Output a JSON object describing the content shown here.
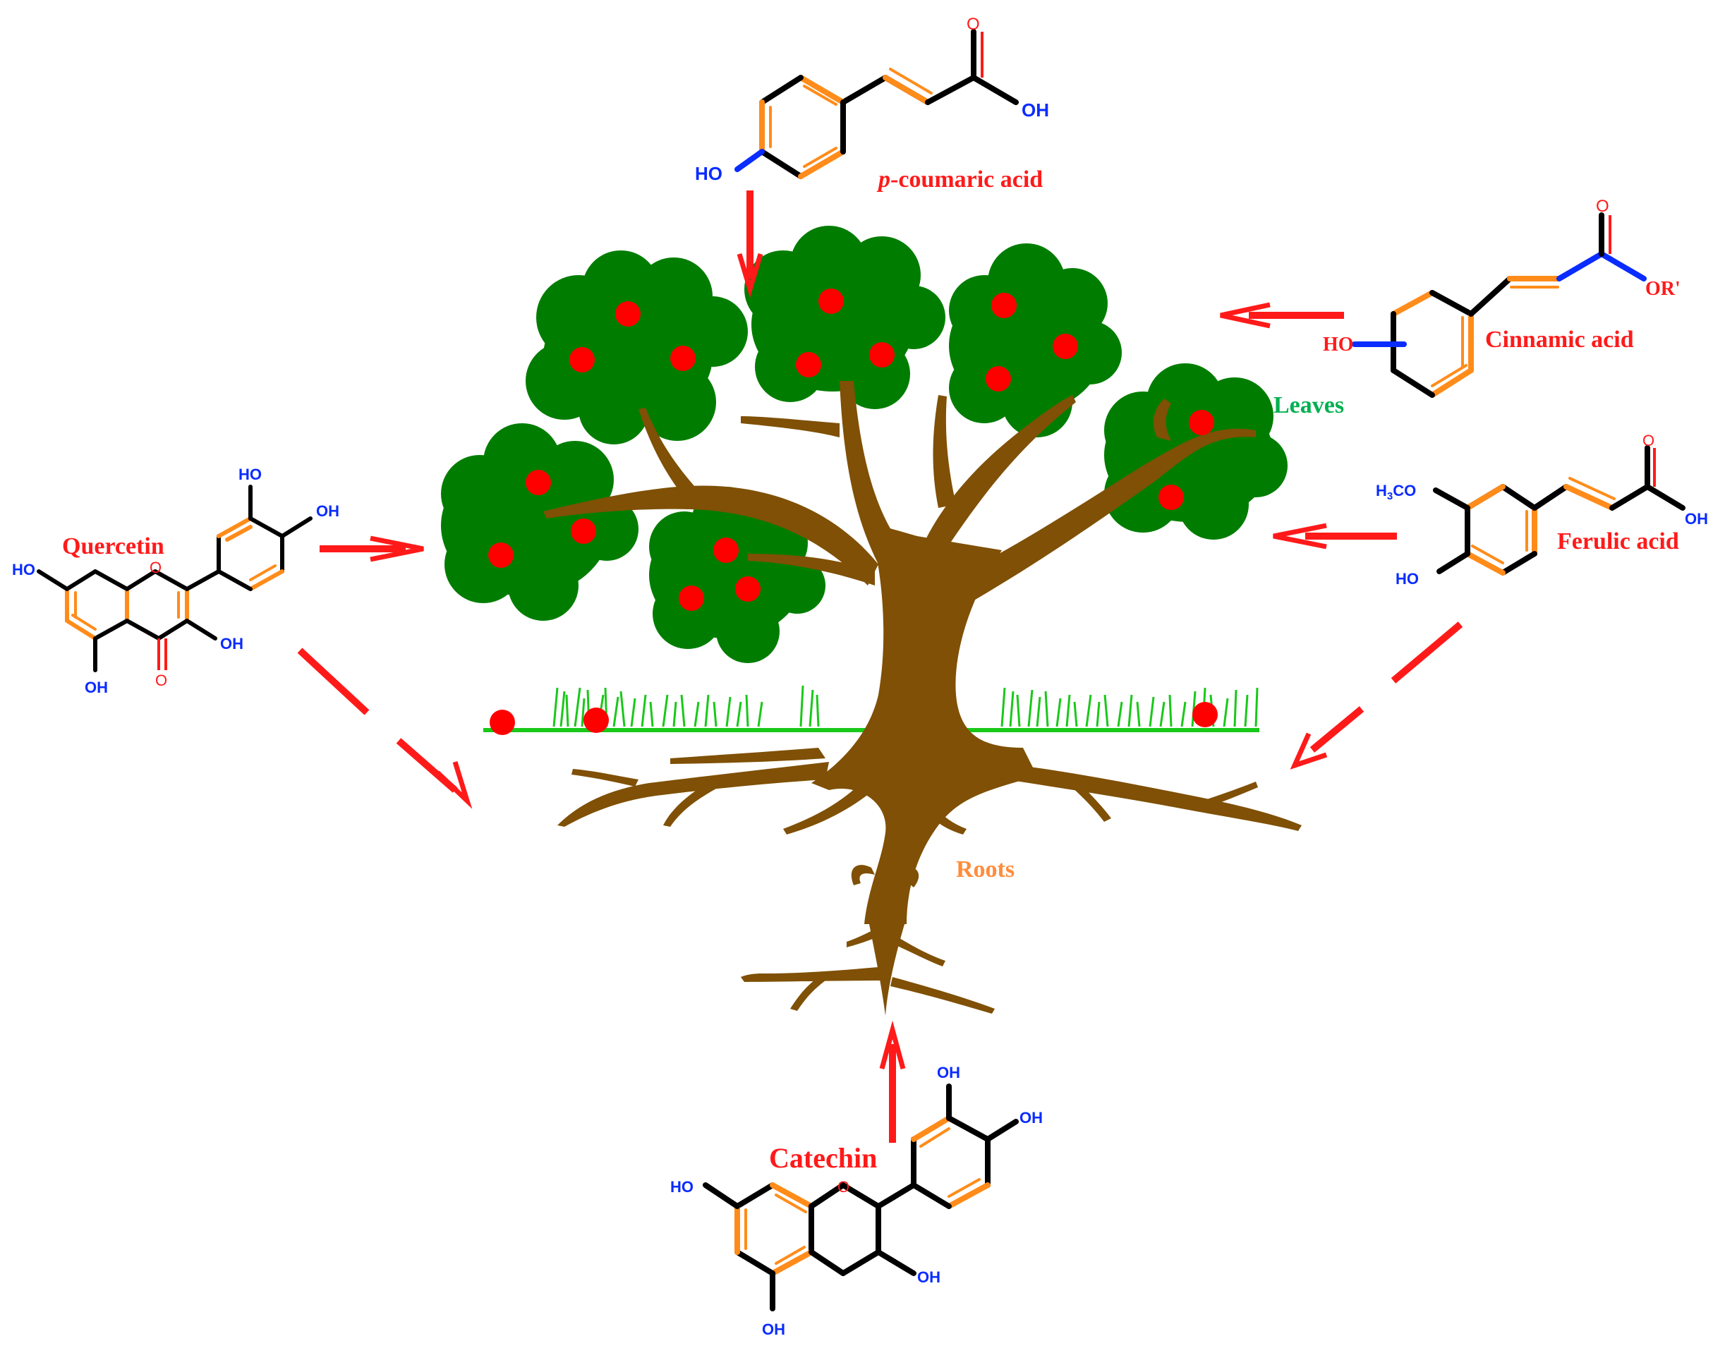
{
  "labels": {
    "p_coumaric_prefix": "p",
    "p_coumaric_rest": "-coumaric acid",
    "cinnamic": "Cinnamic acid",
    "ferulic": "Ferulic acid",
    "quercetin": "Quercetin",
    "catechin": "Catechin",
    "leaves": "Leaves",
    "roots": "Roots"
  },
  "atoms": {
    "oh": "OH",
    "ho": "HO",
    "o": "O",
    "or_prime": "OR'",
    "h3co": "H3CO",
    "h3co_h": "H",
    "h3co_3": "3",
    "h3co_co": "CO"
  },
  "colors": {
    "arrow": "#ff1a1a",
    "bark": "#7f5005",
    "foliage": "#007d00",
    "fruit": "#ff0000",
    "ground": "#19c819",
    "aromatic_bond": "#ff8c1a",
    "hydroxyl_bond": "#0a2cff"
  }
}
